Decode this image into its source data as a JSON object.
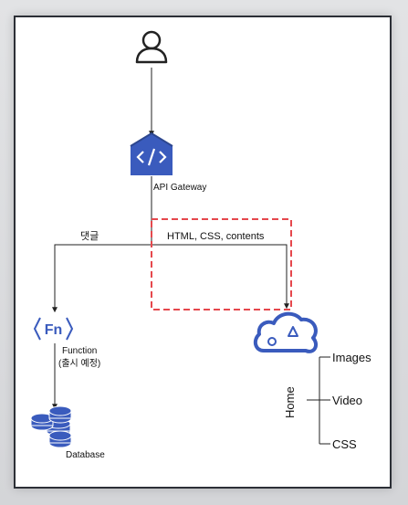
{
  "nodes": {
    "user": {
      "icon": "user-icon"
    },
    "gateway": {
      "label": "API Gateway",
      "icon": "api-gateway-icon"
    },
    "function": {
      "label": "Function",
      "sublabel": "(출시 예정)",
      "icon": "function-icon",
      "icon_text": "Fn"
    },
    "database": {
      "label": "Database",
      "icon": "database-icon"
    },
    "storage": {
      "icon": "cloud-storage-icon"
    }
  },
  "edges": {
    "comments_label": "댓글",
    "contents_label": "HTML, CSS, contents"
  },
  "tree": {
    "root": "Home",
    "children": [
      "Images",
      "Video",
      "CSS"
    ]
  },
  "colors": {
    "gateway": "#3a5bbd",
    "function": "#3a5bbd",
    "database": "#3a5bbd",
    "storage": "#3a5bbd",
    "highlight": "#e5484d",
    "line": "#222222"
  }
}
